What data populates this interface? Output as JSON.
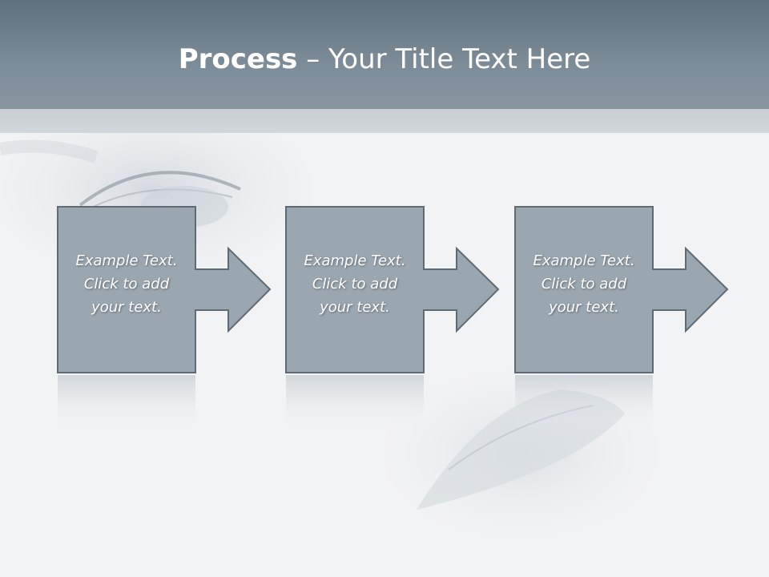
{
  "title": {
    "bold": "Process",
    "rest": " – Your Title Text Here"
  },
  "steps": [
    {
      "line1": "Example Text.",
      "line2": "Click  to add",
      "line3": "your text."
    },
    {
      "line1": "Example Text.",
      "line2": "Click  to add",
      "line3": "your text."
    },
    {
      "line1": "Example Text.",
      "line2": "Click  to add",
      "line3": "your text."
    }
  ],
  "colors": {
    "header": "#7a8b97",
    "box_fill": "#9ba7b0",
    "box_stroke": "#5e6a74",
    "background": "#f2f3f5"
  }
}
